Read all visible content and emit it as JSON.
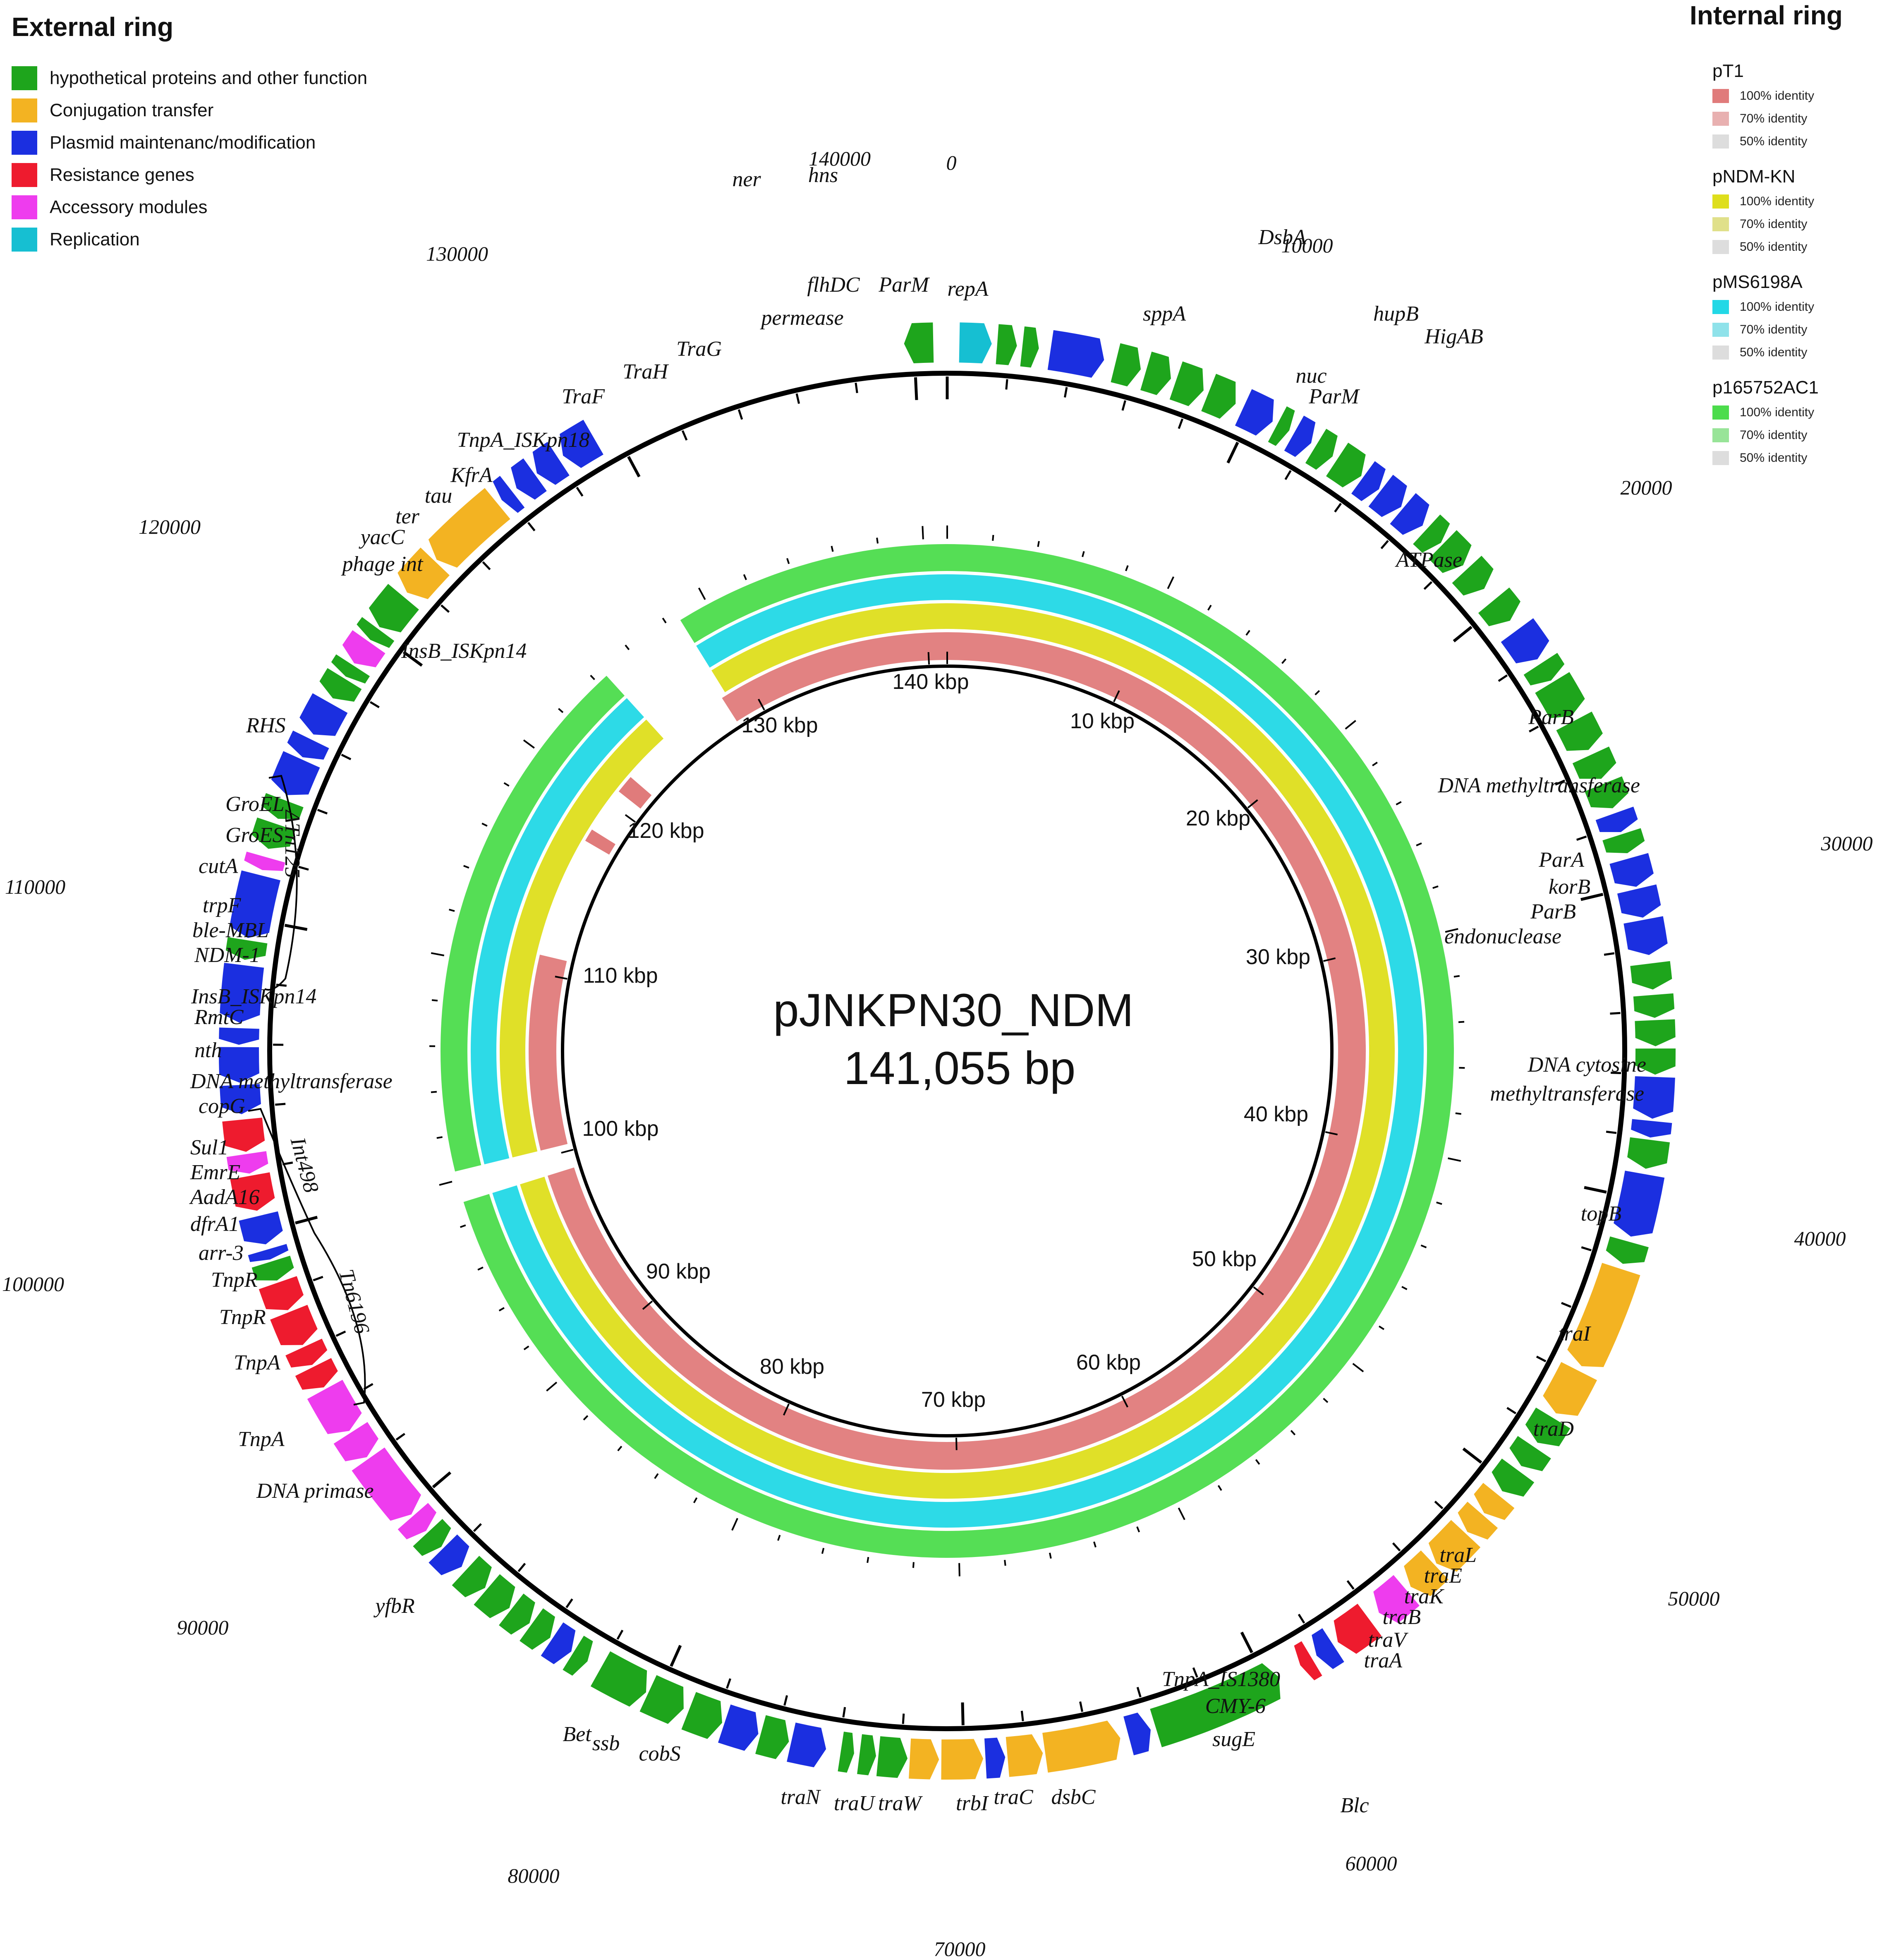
{
  "legend": {
    "external_title": "External ring",
    "external_items": [
      {
        "label": "hypothetical proteins and other function",
        "color": "#1ea51c"
      },
      {
        "label": "Conjugation transfer",
        "color": "#f3b322"
      },
      {
        "label": "Plasmid maintenanc/modification",
        "color": "#1b2fe0"
      },
      {
        "label": "Resistance genes",
        "color": "#ee1b2e"
      },
      {
        "label": "Accessory modules",
        "color": "#ee3cee"
      },
      {
        "label": "Replication",
        "color": "#16bfd2"
      }
    ],
    "internal_title": "Internal ring",
    "internal_groups": [
      {
        "name": "pT1",
        "rows": [
          {
            "label": "100% identity",
            "color": "#e07b7b"
          },
          {
            "label": "70% identity",
            "color": "#e8b0b0"
          },
          {
            "label": "50% identity",
            "color": "#dddddd"
          }
        ]
      },
      {
        "name": "pNDM-KN",
        "rows": [
          {
            "label": "100% identity",
            "color": "#dede1c"
          },
          {
            "label": "70% identity",
            "color": "#e0e08a"
          },
          {
            "label": "50% identity",
            "color": "#dddddd"
          }
        ]
      },
      {
        "name": "pMS6198A",
        "rows": [
          {
            "label": "100% identity",
            "color": "#22d8e6"
          },
          {
            "label": "70% identity",
            "color": "#8fe2ea"
          },
          {
            "label": "50% identity",
            "color": "#dddddd"
          }
        ]
      },
      {
        "name": "p165752AC1",
        "rows": [
          {
            "label": "100% identity",
            "color": "#4cdc4c"
          },
          {
            "label": "70% identity",
            "color": "#98e498"
          },
          {
            "label": "50% identity",
            "color": "#dddddd"
          }
        ]
      }
    ]
  },
  "plasmid": {
    "name": "pJNKPN30_NDM",
    "size_label": "141,055 bp",
    "length": 141055
  },
  "outer_position_labels": [
    "0",
    "10000",
    "20000",
    "30000",
    "40000",
    "50000",
    "60000",
    "70000",
    "80000",
    "90000",
    "100000",
    "110000",
    "120000",
    "130000",
    "140000"
  ],
  "inner_kbp_labels": [
    "10 kbp",
    "20 kbp",
    "30 kbp",
    "40 kbp",
    "50 kbp",
    "60 kbp",
    "70 kbp",
    "80 kbp",
    "90 kbp",
    "100 kbp",
    "110 kbp",
    "120 kbp",
    "130 kbp",
    "140 kbp"
  ],
  "gene_labels": [
    "repA",
    "ParM",
    "flhDC",
    "permease",
    "hns",
    "ner",
    "TraG",
    "TraH",
    "TraF",
    "TnpA_ISKpn18",
    "KfrA",
    "tau",
    "ter",
    "yacC",
    "phage int",
    "InsB_ISKpn14",
    "RHS",
    "GroEL",
    "GroES",
    "cutA",
    "trpF",
    "ble-MBL",
    "NDM-1",
    "InsB_ISKpn14",
    "RmtC",
    "nth",
    "DNA methyltransferase",
    "copG",
    "Sul1",
    "EmrE",
    "AadA16",
    "dfrA1",
    "arr-3",
    "TnpR",
    "TnpR",
    "TnpA",
    "TnpA",
    "DNA primase",
    "yfbR",
    "Bet",
    "ssb",
    "cobS",
    "traN",
    "traU",
    "traW",
    "trbI",
    "traC",
    "dsbC",
    "sugE",
    "CMY-6",
    "TnpA_IS1380",
    "Blc",
    "traA",
    "traV",
    "traB",
    "traK",
    "traE",
    "traL",
    "traD",
    "traI",
    "topB",
    "DNA cytosine",
    "methyltransferase",
    "endonuclease",
    "ParB",
    "korB",
    "ParA",
    "DNA methyltransferase",
    "ParB",
    "ATPase",
    "HigAB",
    "hupB",
    "ParM",
    "nuc",
    "DsbA",
    "sppA"
  ],
  "region_brackets": [
    {
      "label": "ΔTn125"
    },
    {
      "label": "Int498"
    },
    {
      "label": "Tn6196"
    }
  ],
  "identity_rings": [
    {
      "name": "p165752AC1",
      "color": "#4cdc4c"
    },
    {
      "name": "pMS6198A",
      "color": "#22d8e6"
    },
    {
      "name": "pNDM-KN",
      "color": "#dede1c"
    },
    {
      "name": "pT1",
      "color": "#e07b7b"
    }
  ],
  "category_colors": {
    "hyp": "#1ea51c",
    "conj": "#f3b322",
    "maint": "#1b2fe0",
    "res": "#ee1b2e",
    "acc": "#ee3cee",
    "rep": "#16bfd2"
  }
}
